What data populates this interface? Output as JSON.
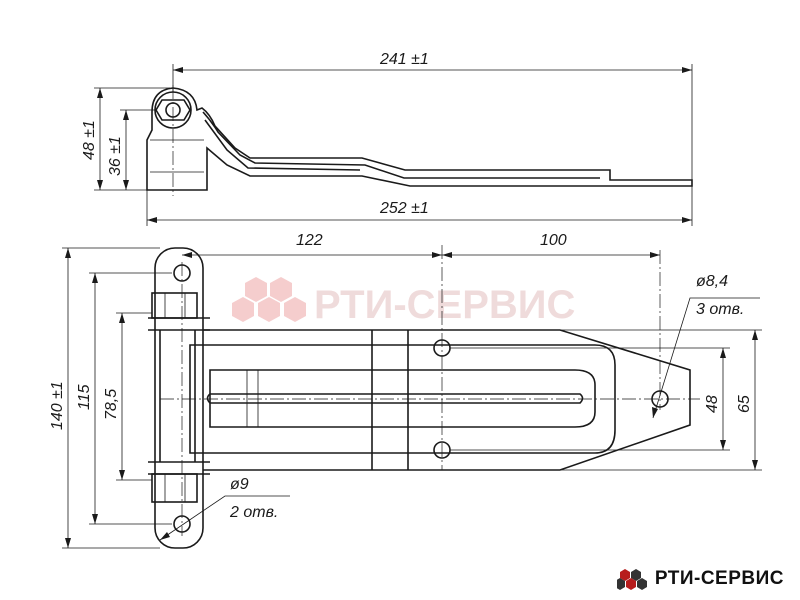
{
  "drawing": {
    "side_view": {
      "length_top": "241 ±1",
      "length_bottom": "252 ±1",
      "height_outer": "48 ±1",
      "height_inner": "36 ±1"
    },
    "front_view": {
      "span_left": "122",
      "span_right": "100",
      "height_total": "140 ±1",
      "height_115": "115",
      "height_78": "78,5",
      "width_48": "48",
      "width_65": "65",
      "hole_right_diam": "ø8,4",
      "hole_right_count": "3 отв.",
      "hole_left_diam": "ø9",
      "hole_left_count": "2 отв."
    }
  },
  "watermark": {
    "text": "РТИ-СЕРВИС",
    "color": "#e8a0a0"
  },
  "brand": {
    "text": "РТИ-СЕРВИС",
    "logo_color": "#b71c1c"
  }
}
